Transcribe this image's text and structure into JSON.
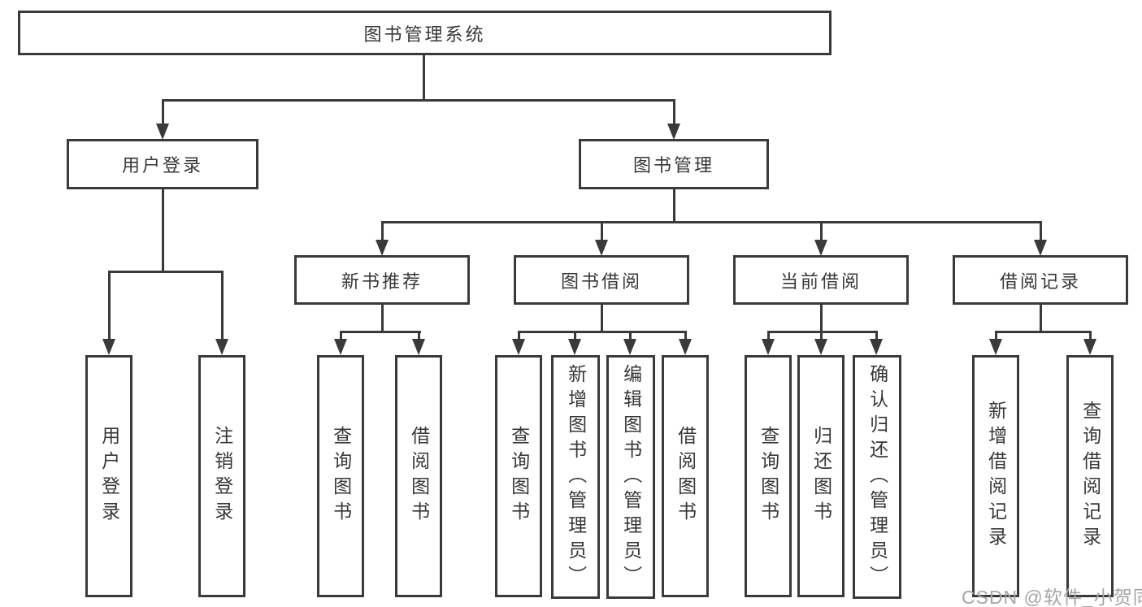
{
  "diagram": {
    "root": {
      "label": "图书管理系统"
    },
    "children": [
      {
        "label": "用户登录",
        "children": [
          {
            "label": "用户登录"
          },
          {
            "label": "注销登录"
          }
        ]
      },
      {
        "label": "图书管理",
        "children": [
          {
            "label": "新书推荐",
            "children": [
              {
                "label": "查询图书"
              },
              {
                "label": "借阅图书"
              }
            ]
          },
          {
            "label": "图书借阅",
            "children": [
              {
                "label": "查询图书"
              },
              {
                "label": "新增图书（管理员）"
              },
              {
                "label": "编辑图书（管理员）"
              },
              {
                "label": "借阅图书"
              }
            ]
          },
          {
            "label": "当前借阅",
            "children": [
              {
                "label": "查询图书"
              },
              {
                "label": "归还图书"
              },
              {
                "label": "确认归还（管理员）"
              }
            ]
          },
          {
            "label": "借阅记录",
            "children": [
              {
                "label": "新增借阅记录"
              },
              {
                "label": "查询借阅记录"
              }
            ]
          }
        ]
      }
    ]
  },
  "watermark": {
    "text": "CSDN @软件_小贺同学"
  },
  "colors": {
    "line": "#3a3a3a",
    "text": "#373737",
    "watermark": "#a6a6a6",
    "background": "#ffffff"
  }
}
